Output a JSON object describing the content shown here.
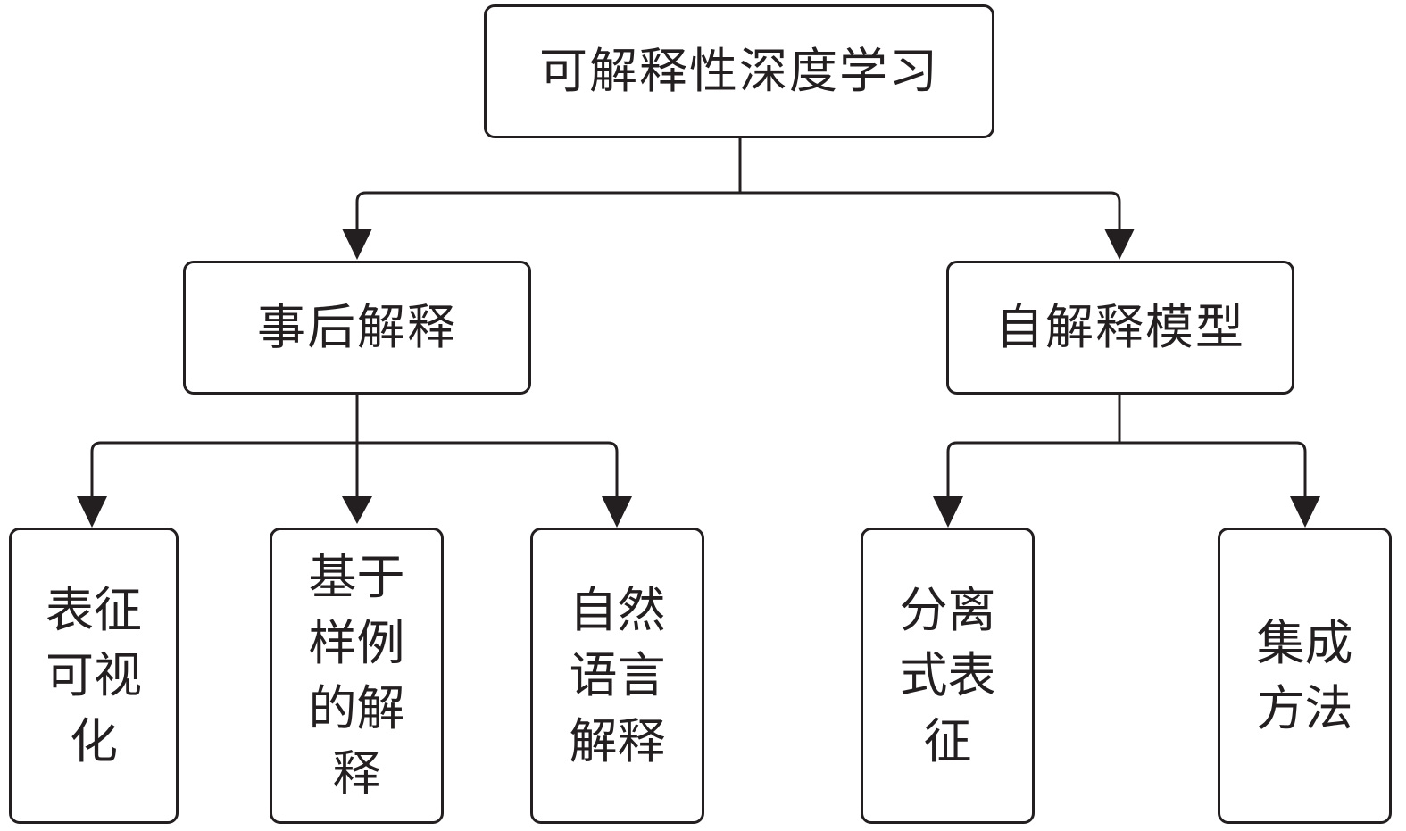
{
  "diagram": {
    "root": "可解释性深度学习",
    "branches": [
      {
        "label": "事后解释",
        "children": [
          "表征可视化",
          "基于样例的解释",
          "自然语言解释"
        ]
      },
      {
        "label": "自解释模型",
        "children": [
          "分离式表征",
          "集成方法"
        ]
      }
    ]
  },
  "colors": {
    "line": "#231f20",
    "box_fill": "#ffffff"
  }
}
